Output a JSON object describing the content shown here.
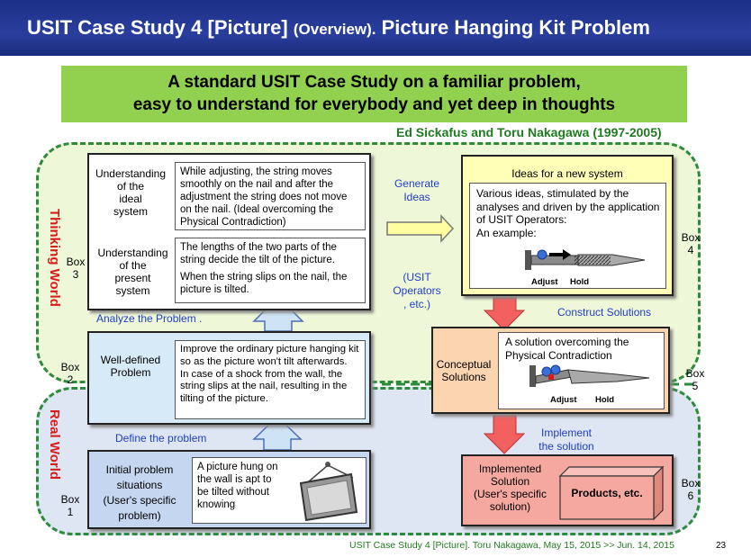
{
  "header": {
    "title_main": "USIT Case Study 4 [Picture] ",
    "title_paren": "(Overview).",
    "title_tail": "  Picture Hanging Kit Problem"
  },
  "banner": {
    "line1": "A standard USIT Case Study on a familiar problem,",
    "line2": "easy to understand for everybody and yet deep in thoughts"
  },
  "authors": "Ed Sickafus and Toru Nakagawa (1997-2005)",
  "regions": {
    "thinking": "Thinking World",
    "real": "Real World"
  },
  "box3": {
    "label": "Box\n3",
    "ideal_heading": "Understanding\nof the\nideal\nsystem",
    "ideal_text": "While adjusting, the string moves smoothly on the nail and after the adjustment the string does not move on the nail. (Ideal overcoming the Physical Contradiction)",
    "present_heading": "Understanding\nof the\npresent\nsystem",
    "present_text_1": "The lengths of the two parts of the string decide the tilt of the picture.",
    "present_text_2": "When the string slips on the nail, the picture is tilted."
  },
  "box2": {
    "label": "Box\n2",
    "heading": "Well-defined\nProblem",
    "text": "Improve the ordinary picture hanging kit so as the picture won't tilt afterwards.\nIn case of a shock from the wall, the string slips at the nail, resulting in the tilting of the picture."
  },
  "box1": {
    "label": "Box\n1",
    "heading": "Initial problem\nsituations\n(User's specific\nproblem)",
    "text": "A picture hung on the wall is apt to be tilted without knowing"
  },
  "box4": {
    "label": "Box\n4",
    "heading": "Ideas for a new system",
    "text": "Various ideas, stimulated by the analyses and driven by the application of USIT Operators:\nAn example:",
    "adjust": "Adjust",
    "hold": "Hold"
  },
  "box5": {
    "label": "Box\n5",
    "heading": "Conceptual\nSolutions",
    "text": "A solution overcoming the Physical Contradiction",
    "adjust": "Adjust",
    "hold": "Hold"
  },
  "box6": {
    "label": "Box\n6",
    "heading": "Implemented\nSolution\n(User's specific\nsolution)",
    "product": "Products, etc."
  },
  "steps": {
    "analyze": "Analyze the Problem .",
    "define": "Define the problem",
    "generate": "Generate\nIdeas",
    "operators": "(USIT\nOperators\n, etc.)",
    "construct": "Construct Solutions",
    "implement": "Implement\nthe solution"
  },
  "footer": {
    "text": "USIT Case Study 4 [Picture].  Toru Nakagawa, May 15, 2015 >> Jun. 14, 2015",
    "page": "23"
  },
  "colors": {
    "header_blue": "#233690",
    "banner_green": "#92d050",
    "region_green": "#2e8b3e",
    "world_red": "#d81b1b",
    "step_blue": "#1f3ec4"
  }
}
